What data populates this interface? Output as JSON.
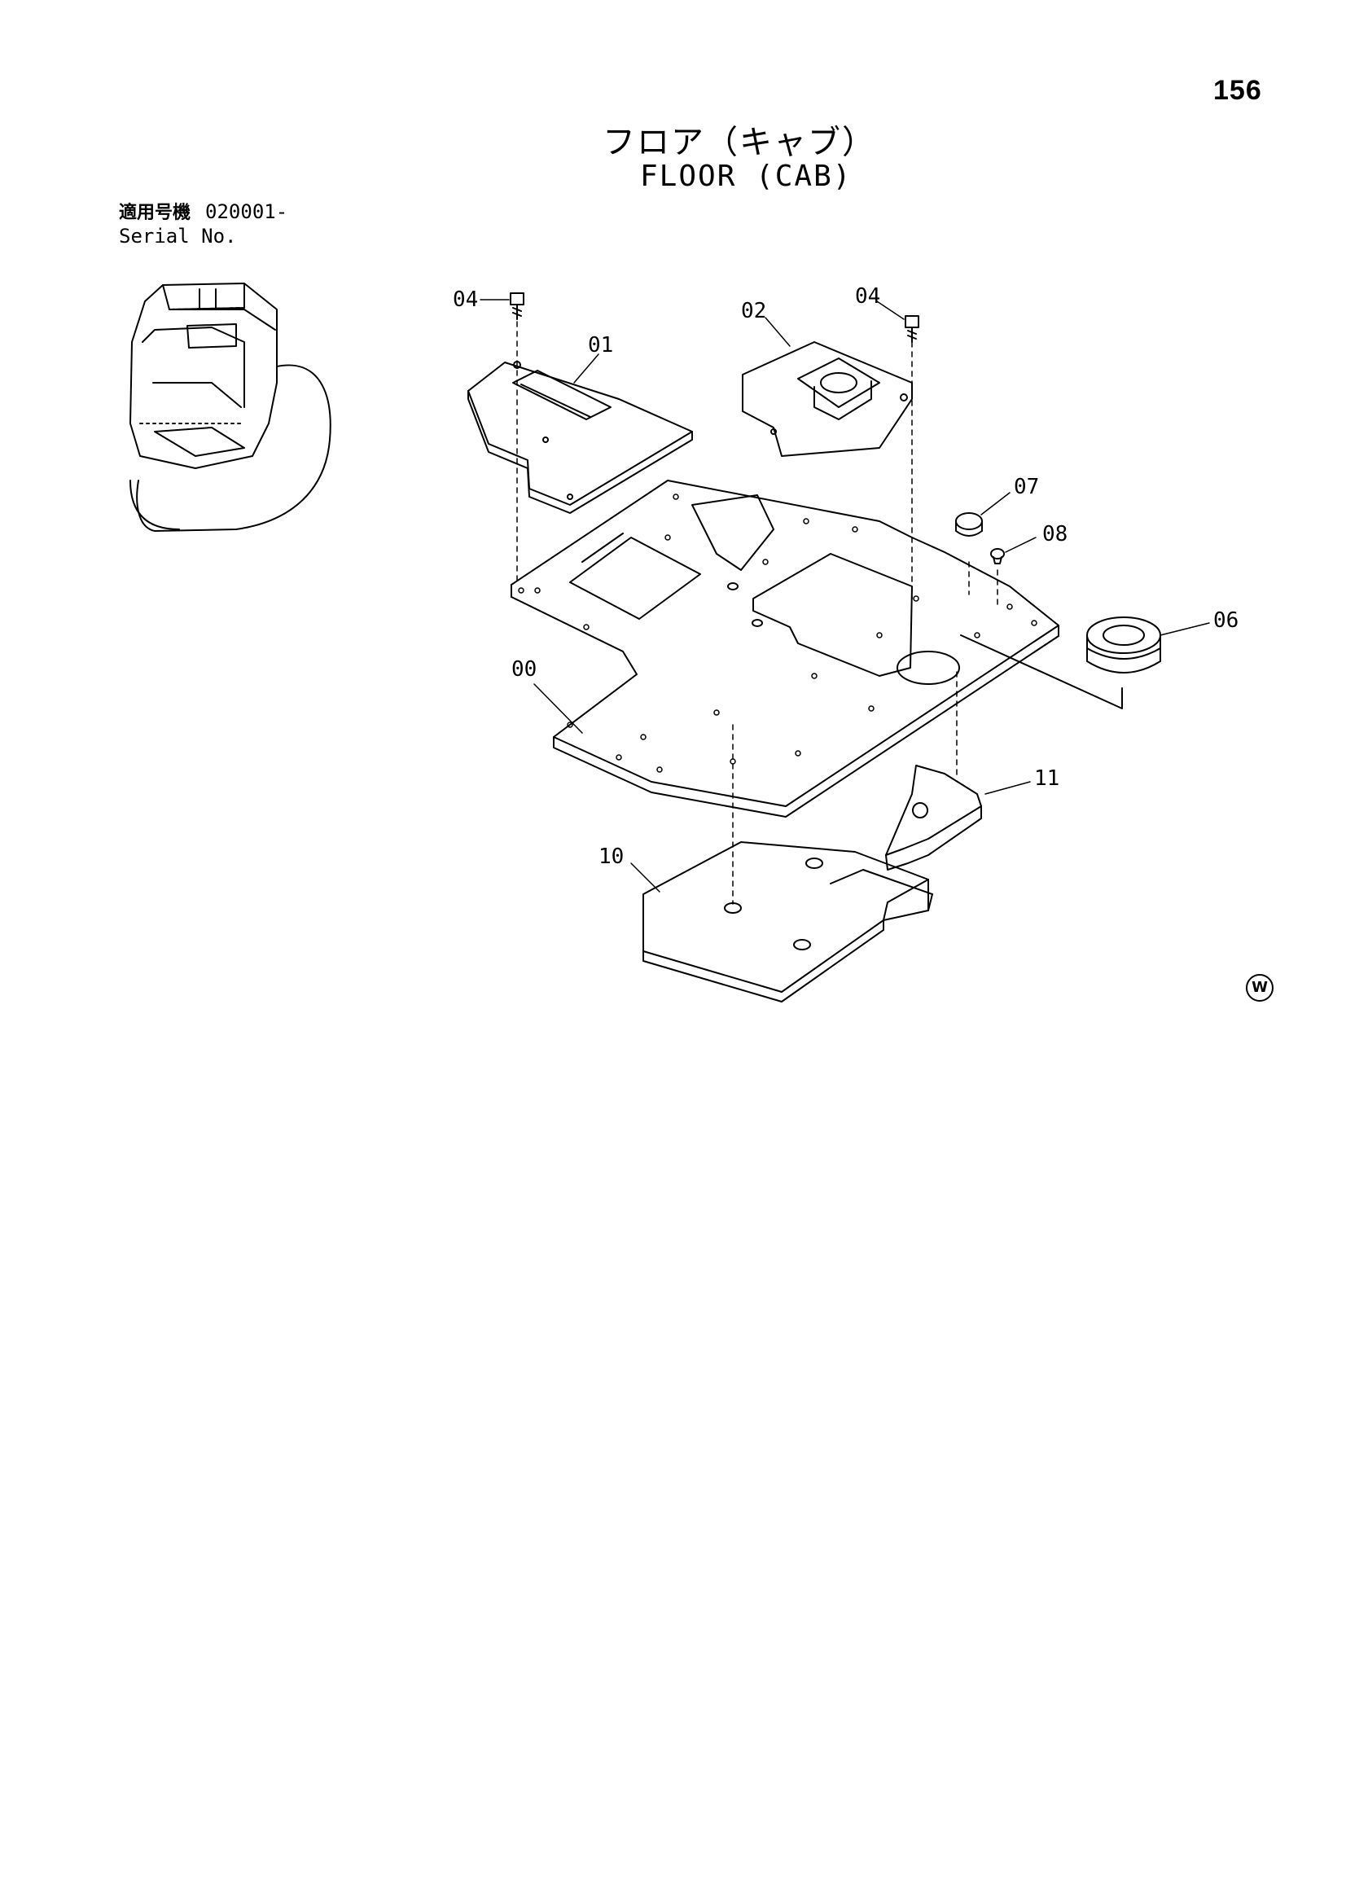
{
  "page_number": "156",
  "title": {
    "japanese": "フロア（キャブ）",
    "english": "FLOOR (CAB)"
  },
  "serial": {
    "label_jp": "適用号機",
    "value": "020001-",
    "label_en": "Serial No."
  },
  "callouts": {
    "floor_plate": "00",
    "cover_left": "01",
    "cover_right": "02",
    "bolt_left": "04",
    "bolt_right": "04",
    "grommet": "06",
    "nut": "07",
    "washer": "08",
    "mat": "10",
    "pad": "11"
  },
  "mark": "W"
}
